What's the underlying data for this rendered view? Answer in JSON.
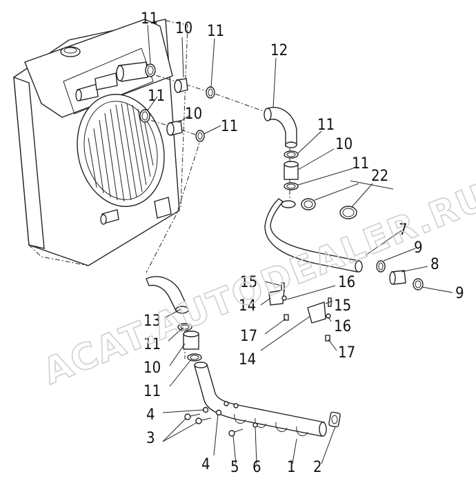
{
  "watermark": "ACAT.AUTODEALER.RU",
  "callouts": {
    "c1": "1",
    "c2": "2",
    "c3": "3",
    "c4a": "4",
    "c4b": "4",
    "c5": "5",
    "c6": "6",
    "c7": "7",
    "c8": "8",
    "c9a": "9",
    "c9b": "9",
    "c10a": "10",
    "c10b": "10",
    "c10c": "10",
    "c10d": "10",
    "c11a": "11",
    "c11b": "11",
    "c11c": "11",
    "c11d": "11",
    "c11e": "11",
    "c11f": "11",
    "c11g": "11",
    "c11h": "11",
    "c12": "12",
    "c13": "13",
    "c14a": "14",
    "c14b": "14",
    "c15a": "15",
    "c15b": "15",
    "c16a": "16",
    "c16b": "16",
    "c17a": "17",
    "c17b": "17",
    "c22": "22"
  }
}
